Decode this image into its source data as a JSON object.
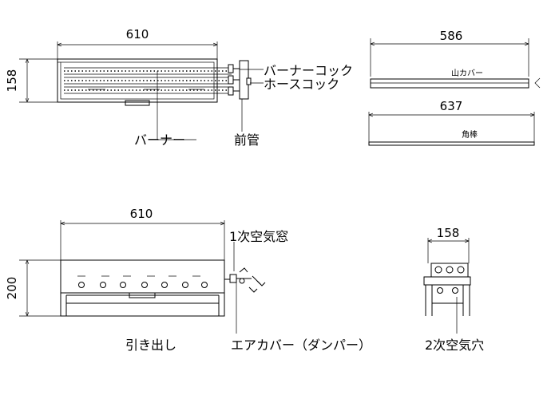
{
  "top_view": {
    "width_dim": "610",
    "depth_dim": "158",
    "label_burner_cock": "バーナーコック",
    "label_hose_cock": "ホースコック",
    "label_burner": "バーナー",
    "label_front_pipe": "前管"
  },
  "parts": {
    "cover_dim": "586",
    "cover_label": "山カバー",
    "bar_dim": "637",
    "bar_label": "角棒"
  },
  "front_view": {
    "width_dim": "610",
    "height_dim": "200",
    "label_primary_air": "1次空気窓",
    "label_drawer": "引き出し",
    "label_air_cover": "エアカバー（ダンパー）"
  },
  "side_view": {
    "width_dim": "158",
    "label_secondary_air": "2次空気穴"
  }
}
